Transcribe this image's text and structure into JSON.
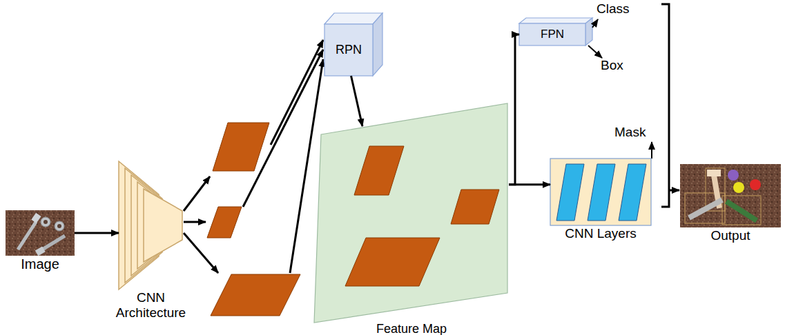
{
  "diagram": {
    "nodes": [
      {
        "text": [
          "Image"
        ]
      },
      {
        "text": [
          "CNN Architecture"
        ]
      },
      {
        "text": [
          "RPN"
        ]
      },
      {
        "text": [
          "Feature Map"
        ]
      },
      {
        "text": [
          "FPN"
        ]
      },
      {
        "text": [
          "CNN Layers"
        ]
      },
      {
        "text": [
          "Output"
        ]
      }
    ],
    "edges": [
      {
        "from": 0,
        "to": 1,
        "arrow": "to"
      },
      {
        "from": 2,
        "to": 3,
        "arrow": "to"
      },
      {
        "from": 3,
        "to": 4,
        "arrow": "to"
      },
      {
        "from": 3,
        "to": 5,
        "arrow": "to"
      }
    ],
    "labels": [
      "Class",
      "Box",
      "Mask"
    ]
  }
}
